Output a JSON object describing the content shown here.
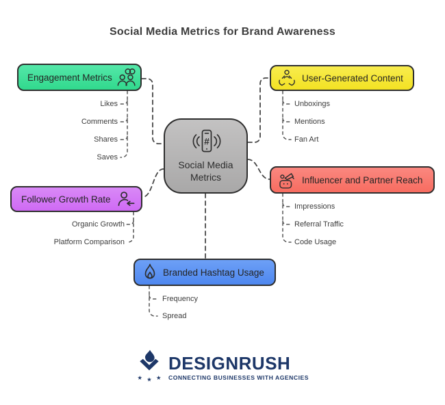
{
  "title": "Social Media Metrics for Brand Awareness",
  "center": {
    "label": "Social Media Metrics",
    "line1": "Social Media",
    "line2": "Metrics",
    "icon": "phone-hashtag-broadcast-icon",
    "color": "#b5b4b4"
  },
  "branches": {
    "engagement": {
      "label": "Engagement Metrics",
      "color": "#3edc9b",
      "icon": "people-group-icon",
      "children": [
        "Likes",
        "Comments",
        "Shares",
        "Saves"
      ]
    },
    "ugc": {
      "label": "User-Generated Content",
      "color": "#f6e73a",
      "icon": "hands-holding-user-icon",
      "children": [
        "Unboxings",
        "Mentions",
        "Fan Art"
      ]
    },
    "influencer": {
      "label": "Influencer and Partner Reach",
      "color": "#f97b70",
      "icon": "person-megaphone-icon",
      "children": [
        "Impressions",
        "Referral Traffic",
        "Code Usage"
      ]
    },
    "follower": {
      "label": "Follower Growth Rate",
      "color": "#d47df2",
      "icon": "user-follow-arrow-icon",
      "children": [
        "Organic Growth",
        "Platform Comparison"
      ]
    },
    "hashtag": {
      "label": "Branded Hashtag Usage",
      "color": "#5b92ef",
      "icon": "flame-icon",
      "children": [
        "Frequency",
        "Spread"
      ]
    }
  },
  "logo": {
    "name": "DESIGNRUSH",
    "tagline": "CONNECTING BUSINESSES WITH AGENCIES",
    "color": "#1d3768",
    "icon": "torch-stars-icon"
  }
}
